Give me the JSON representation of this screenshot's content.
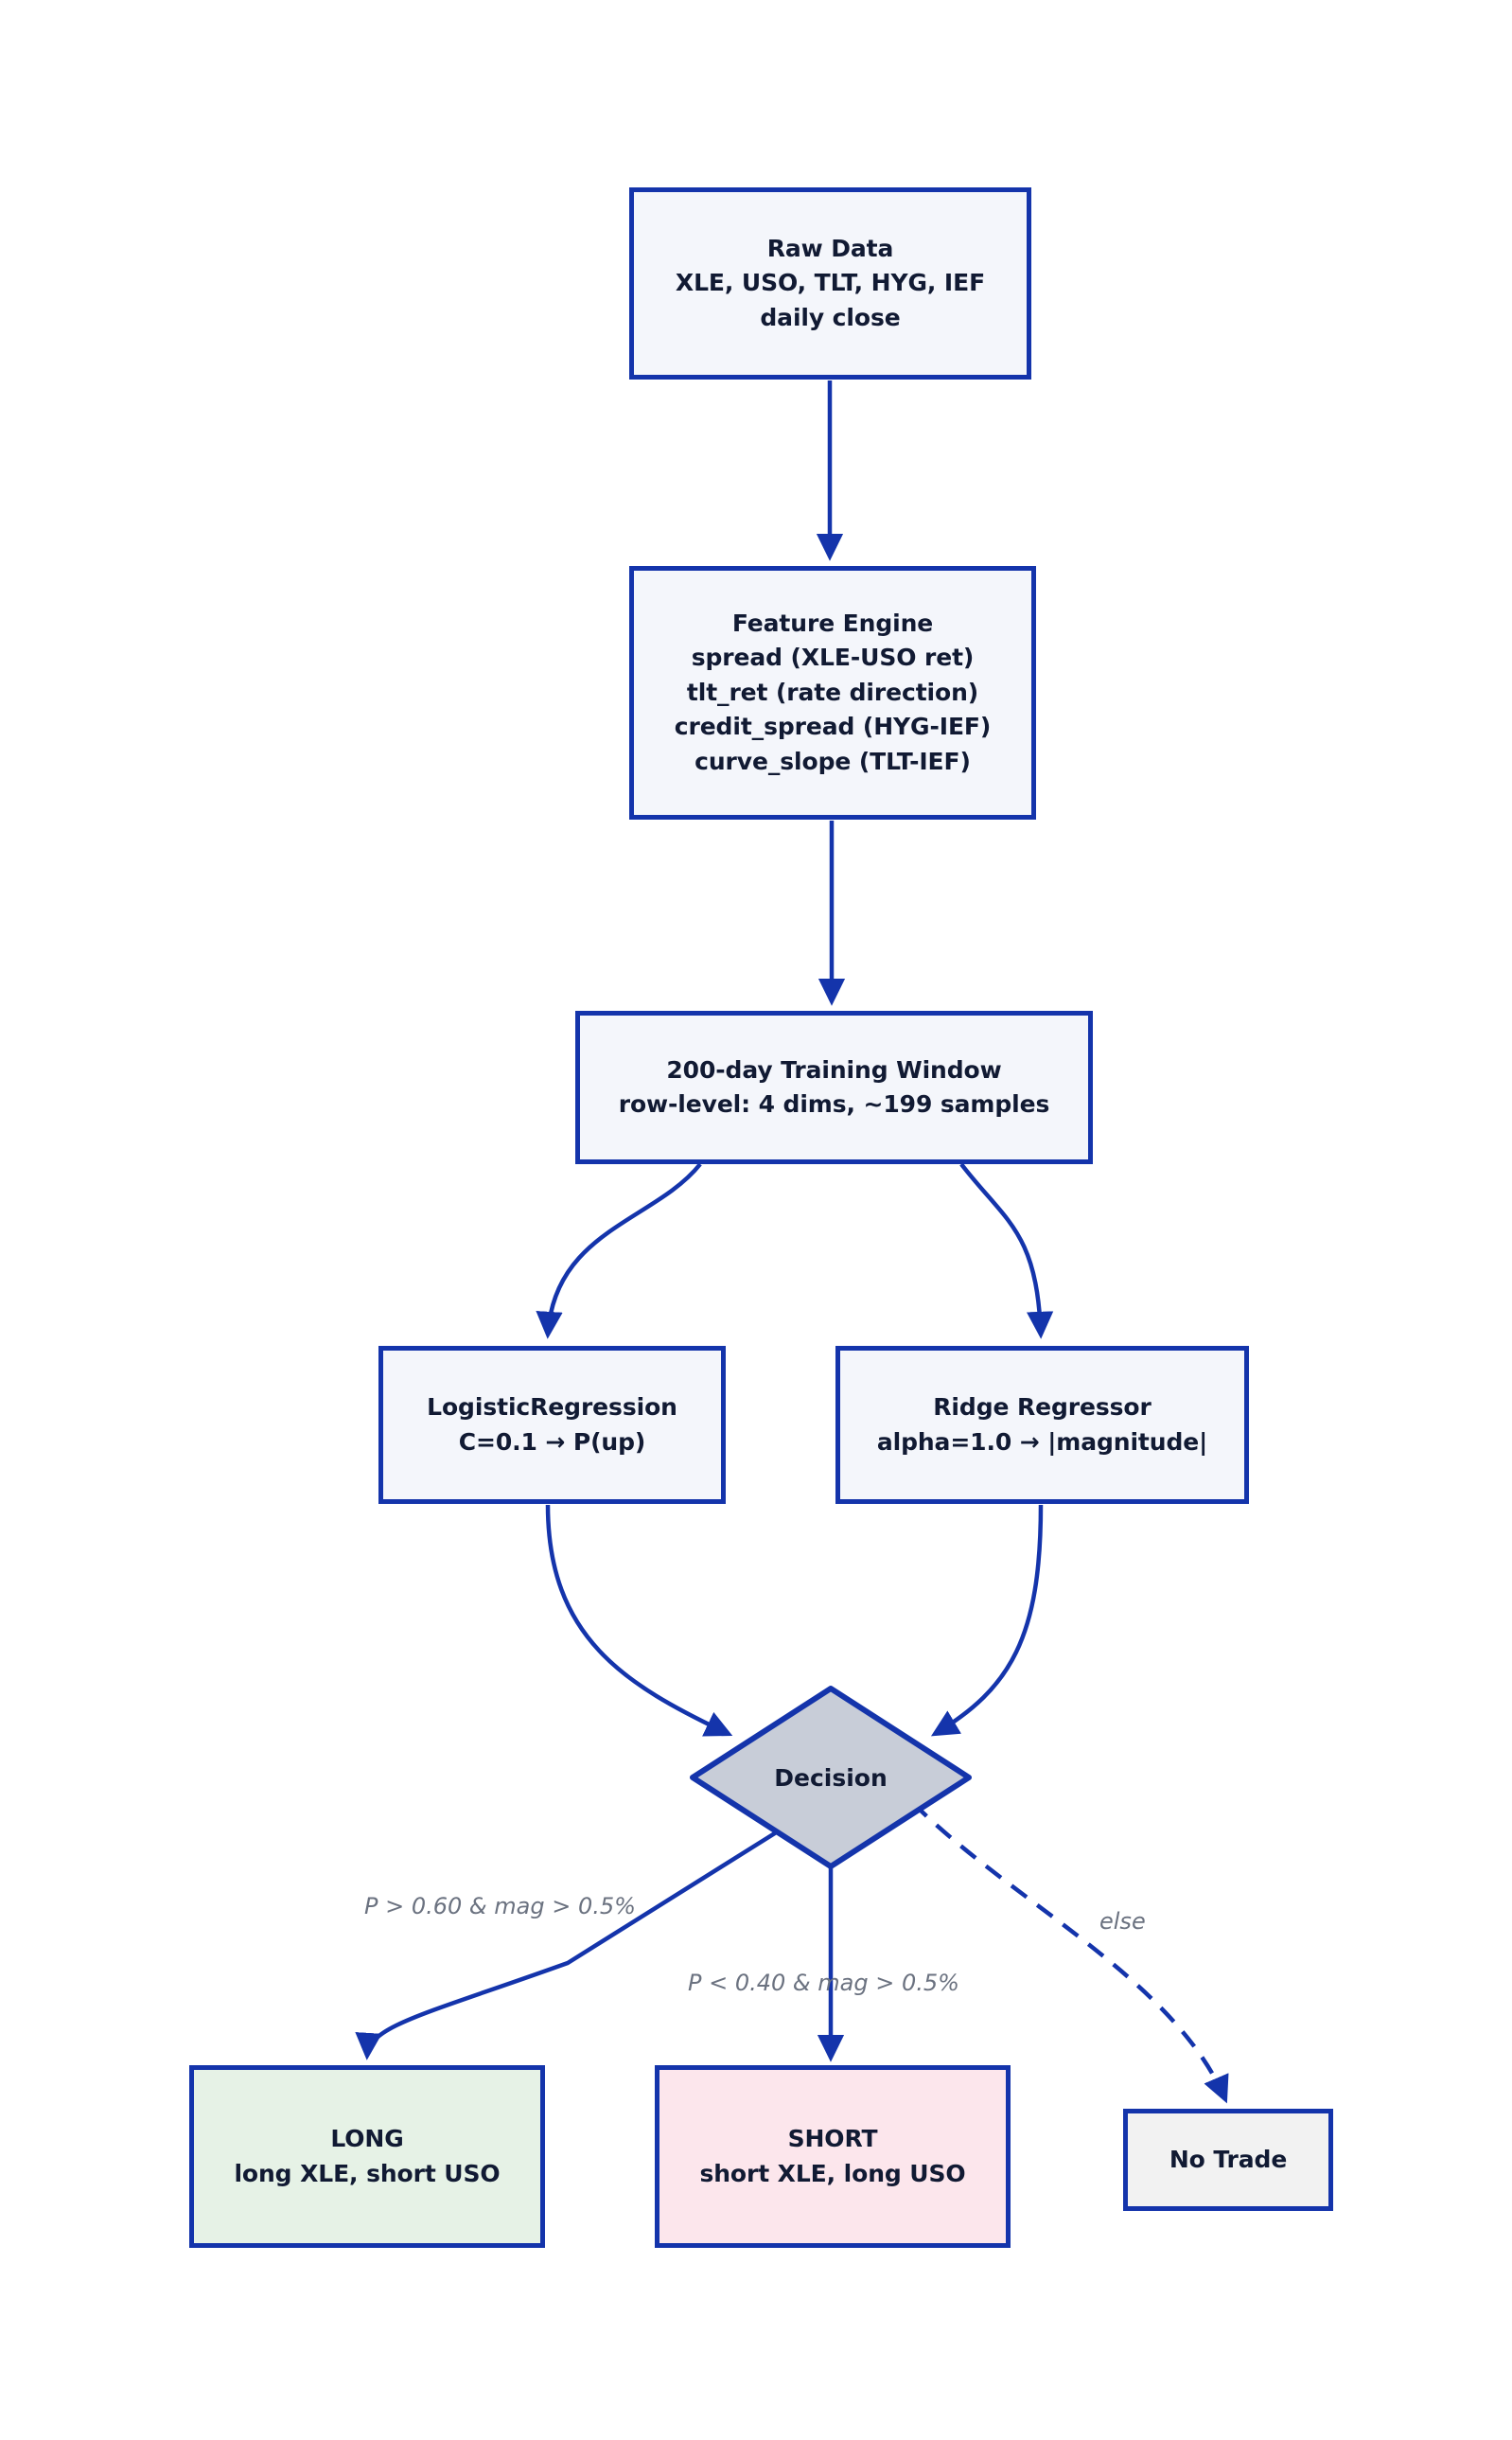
{
  "diagram": {
    "title": "Pairs Trading Model Pipeline",
    "type": "flowchart",
    "colors": {
      "edge": "#1434ab",
      "node_border": "#1434ab",
      "node_fill": "#f4f6fb",
      "decision_fill": "#c8cdd8",
      "long_fill": "#e6f2e6",
      "short_fill": "#fce6ec",
      "notrade_fill": "#f2f2f2",
      "text": "#111a33",
      "edge_label_text": "#6b7280",
      "background": "#ffffff"
    }
  },
  "nodes": {
    "raw_data": {
      "id": "raw-data",
      "shape": "rect",
      "lines": [
        "Raw Data",
        "XLE, USO, TLT, HYG, IEF",
        "daily close"
      ]
    },
    "feature_engine": {
      "id": "feature-engine",
      "shape": "rect",
      "lines": [
        "Feature Engine",
        "spread (XLE-USO ret)",
        "tlt_ret (rate direction)",
        "credit_spread (HYG-IEF)",
        "curve_slope (TLT-IEF)"
      ]
    },
    "training_window": {
      "id": "training-window",
      "shape": "rect",
      "lines": [
        "200-day Training Window",
        "row-level: 4 dims, ~199 samples"
      ]
    },
    "logistic_regression": {
      "id": "logistic-regression",
      "shape": "rect",
      "lines": [
        "LogisticRegression",
        "C=0.1 → P(up)"
      ]
    },
    "ridge_regressor": {
      "id": "ridge-regressor",
      "shape": "rect",
      "lines": [
        "Ridge Regressor",
        "alpha=1.0 → |magnitude|"
      ]
    },
    "decision": {
      "id": "decision",
      "shape": "diamond",
      "label": "Decision"
    },
    "long": {
      "id": "long",
      "shape": "rect",
      "lines": [
        "LONG",
        "long XLE, short USO"
      ]
    },
    "short": {
      "id": "short",
      "shape": "rect",
      "lines": [
        "SHORT",
        "short XLE, long USO"
      ]
    },
    "no_trade": {
      "id": "no-trade",
      "shape": "rect",
      "lines": [
        "No Trade"
      ]
    }
  },
  "edges": [
    {
      "from": "raw_data",
      "to": "feature_engine",
      "style": "solid",
      "label": ""
    },
    {
      "from": "feature_engine",
      "to": "training_window",
      "style": "solid",
      "label": ""
    },
    {
      "from": "training_window",
      "to": "logistic_regression",
      "style": "solid",
      "label": ""
    },
    {
      "from": "training_window",
      "to": "ridge_regressor",
      "style": "solid",
      "label": ""
    },
    {
      "from": "logistic_regression",
      "to": "decision",
      "style": "solid",
      "label": ""
    },
    {
      "from": "ridge_regressor",
      "to": "decision",
      "style": "solid",
      "label": ""
    },
    {
      "from": "decision",
      "to": "long",
      "style": "solid",
      "label": "P > 0.60 & mag > 0.5%"
    },
    {
      "from": "decision",
      "to": "short",
      "style": "solid",
      "label": "P < 0.40 & mag > 0.5%"
    },
    {
      "from": "decision",
      "to": "no_trade",
      "style": "dashed",
      "label": "else"
    }
  ],
  "edge_labels": {
    "long_branch": "P > 0.60 & mag > 0.5%",
    "short_branch": "P < 0.40 & mag > 0.5%",
    "else_branch": "else"
  }
}
